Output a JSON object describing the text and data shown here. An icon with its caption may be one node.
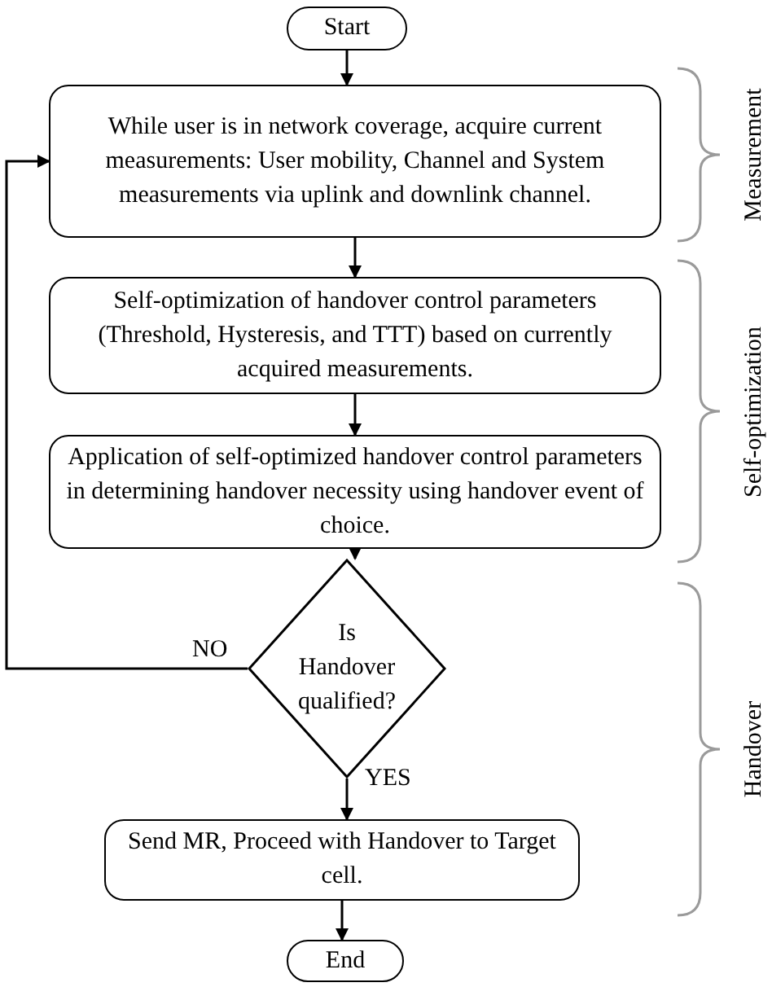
{
  "diagram": {
    "nodes": [
      {
        "text": [
          "Start"
        ]
      },
      {
        "text": [
          "While user is in network coverage, acquire current measurements: User mobility, Channel and System measurements via uplink and downlink channel."
        ]
      },
      {
        "text": [
          "Self-optimization of handover control parameters (Threshold, Hysteresis, and TTT) based on currently acquired measurements."
        ]
      },
      {
        "text": [
          "Application of self-optimized handover control parameters in determining handover necessity using handover event of choice."
        ]
      },
      {
        "text": [
          "Is Handover qualified?"
        ]
      },
      {
        "text": [
          "Send MR, Proceed with Handover to Target cell."
        ]
      },
      {
        "text": [
          "End"
        ]
      }
    ],
    "edges": [
      {
        "from": 0,
        "to": 1,
        "arrow": "to"
      },
      {
        "from": 1,
        "to": 2,
        "arrow": "to"
      },
      {
        "from": 2,
        "to": 3,
        "arrow": "to"
      },
      {
        "from": 3,
        "to": 4,
        "arrow": "to"
      },
      {
        "from": 4,
        "to": 5,
        "arrow": "to",
        "label": "YES"
      },
      {
        "from": 5,
        "to": 6,
        "arrow": "to"
      },
      {
        "from": 4,
        "to": 1,
        "arrow": "to",
        "label": "NO"
      }
    ],
    "labels": [
      "Measurement",
      "Self-optimization",
      "Handover"
    ]
  }
}
